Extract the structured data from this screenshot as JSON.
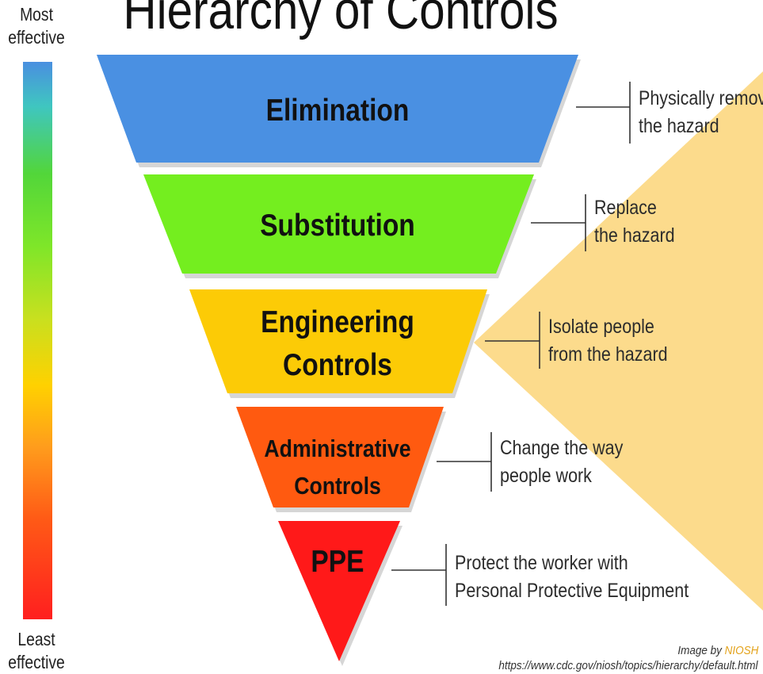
{
  "title": "Hierarchy of Controls",
  "scale": {
    "top_label": [
      "Most",
      "effective"
    ],
    "bottom_label": [
      "Least",
      "effective"
    ]
  },
  "tiers": [
    {
      "label": [
        "Elimination"
      ],
      "color": "#4a90e2",
      "description": [
        "Physically remove",
        "the hazard"
      ]
    },
    {
      "label": [
        "Substitution"
      ],
      "color": "#74ee1f",
      "description": [
        "Replace",
        "the hazard"
      ]
    },
    {
      "label": [
        "Engineering",
        "Controls"
      ],
      "color": "#fccb06",
      "description": [
        "Isolate people",
        "from the hazard"
      ]
    },
    {
      "label": [
        "Administrative",
        "Controls"
      ],
      "color": "#ff5a10",
      "description": [
        "Change the way",
        "people work"
      ]
    },
    {
      "label": [
        "PPE"
      ],
      "color": "#ff1919",
      "description": [
        "Protect the worker with",
        "Personal Protective Equipment"
      ]
    }
  ],
  "credit": {
    "prefix": "Image by ",
    "source": "NIOSH",
    "url": "https://www.cdc.gov/niosh/topics/hierarchy/default.html"
  },
  "colors": {
    "spotlight": "#fcdb8c",
    "connector": "#333333",
    "credit_highlight": "#e3a21a"
  }
}
